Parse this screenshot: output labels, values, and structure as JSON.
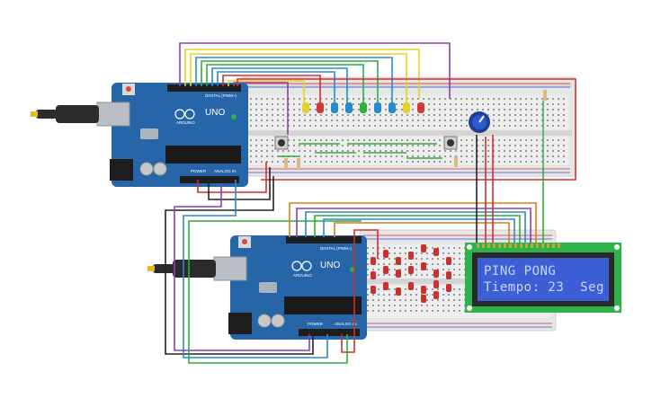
{
  "arduino_top": {
    "brand": "ARDUINO",
    "model": "UNO",
    "digital_label": "DIGITAL (PWM~)",
    "power_label": "POWER",
    "analog_label": "ANALOG IN"
  },
  "arduino_bottom": {
    "brand": "ARDUINO",
    "model": "UNO",
    "digital_label": "DIGITAL (PWM~)",
    "power_label": "POWER",
    "analog_label": "ANALOG IN"
  },
  "lcd": {
    "line1": "PING PONG",
    "line2": "Tiempo: 23  Seg"
  },
  "colors": {
    "board_blue": "#2565a8",
    "breadboard": "#e6e6e6",
    "lcd_frame": "#2db34a",
    "lcd_screen": "#3d5fd6",
    "wire_red": "#d62d2d",
    "wire_black": "#222222",
    "wire_green": "#2fae3a",
    "wire_purple": "#8a3fb0",
    "wire_blue": "#2a8ad0",
    "wire_yellow": "#e8d21a",
    "wire_orange": "#e07b1a"
  },
  "top_leds": [
    "yellow",
    "red",
    "blue",
    "blue",
    "green",
    "blue",
    "blue",
    "yellow",
    "red"
  ]
}
